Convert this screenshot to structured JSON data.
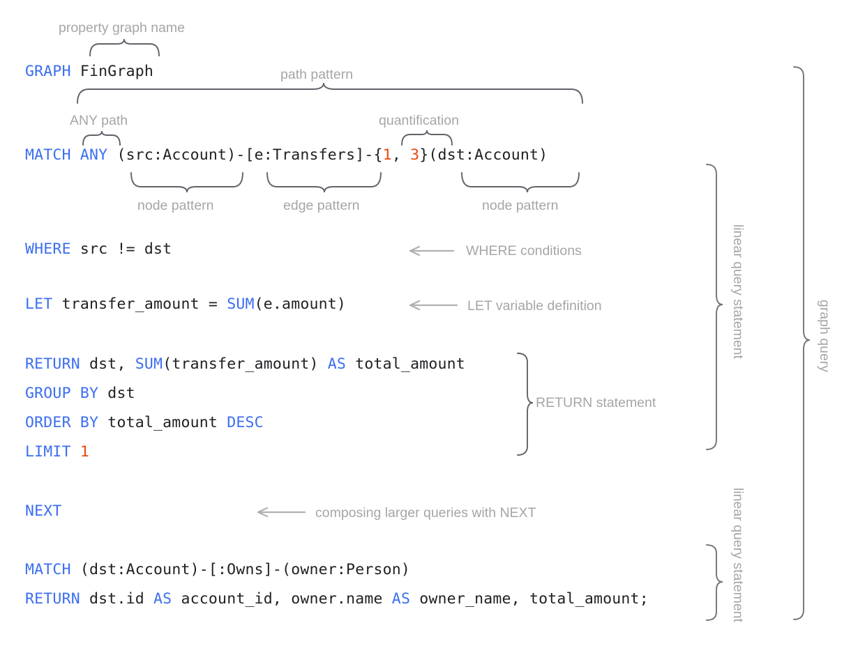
{
  "diagram": {
    "title": "GQL graph query annotated syntax diagram",
    "colors": {
      "keyword": "#3b6ef0",
      "number": "#e8490f",
      "plain": "#202124",
      "annotation": "#a6a6a6",
      "brace": "#5f6368",
      "arrow": "#b0b0b0",
      "background": "#ffffff"
    }
  },
  "code": {
    "lines": [
      {
        "id": "line-graph",
        "tokens": [
          {
            "t": "GRAPH",
            "k": "kw"
          },
          {
            "t": " FinGraph",
            "k": "pln"
          }
        ]
      },
      {
        "id": "line-match-1",
        "tokens": [
          {
            "t": "MATCH",
            "k": "kw"
          },
          {
            "t": " ",
            "k": "pln"
          },
          {
            "t": "ANY",
            "k": "kw"
          },
          {
            "t": " (src:Account)-[e:Transfers]-{",
            "k": "pln"
          },
          {
            "t": "1",
            "k": "num"
          },
          {
            "t": ", ",
            "k": "pln"
          },
          {
            "t": "3",
            "k": "num"
          },
          {
            "t": "}(dst:Account)",
            "k": "pln"
          }
        ]
      },
      {
        "id": "line-where",
        "tokens": [
          {
            "t": "WHERE",
            "k": "kw"
          },
          {
            "t": " src != dst",
            "k": "pln"
          }
        ]
      },
      {
        "id": "line-let",
        "tokens": [
          {
            "t": "LET",
            "k": "kw"
          },
          {
            "t": " transfer_amount = ",
            "k": "pln"
          },
          {
            "t": "SUM",
            "k": "kw"
          },
          {
            "t": "(e.amount)",
            "k": "pln"
          }
        ]
      },
      {
        "id": "line-return-1",
        "tokens": [
          {
            "t": "RETURN",
            "k": "kw"
          },
          {
            "t": " dst, ",
            "k": "pln"
          },
          {
            "t": "SUM",
            "k": "kw"
          },
          {
            "t": "(transfer_amount) ",
            "k": "pln"
          },
          {
            "t": "AS",
            "k": "kw"
          },
          {
            "t": " total_amount",
            "k": "pln"
          }
        ]
      },
      {
        "id": "line-group-by",
        "tokens": [
          {
            "t": "GROUP BY",
            "k": "kw"
          },
          {
            "t": " dst",
            "k": "pln"
          }
        ]
      },
      {
        "id": "line-order-by",
        "tokens": [
          {
            "t": "ORDER BY",
            "k": "kw"
          },
          {
            "t": " total_amount ",
            "k": "pln"
          },
          {
            "t": "DESC",
            "k": "kw"
          }
        ]
      },
      {
        "id": "line-limit",
        "tokens": [
          {
            "t": "LIMIT",
            "k": "kw"
          },
          {
            "t": " ",
            "k": "pln"
          },
          {
            "t": "1",
            "k": "num"
          }
        ]
      },
      {
        "id": "line-next",
        "tokens": [
          {
            "t": "NEXT",
            "k": "kw"
          }
        ]
      },
      {
        "id": "line-match-2",
        "tokens": [
          {
            "t": "MATCH",
            "k": "kw"
          },
          {
            "t": " (dst:Account)-[:Owns]-(owner:Person)",
            "k": "pln"
          }
        ]
      },
      {
        "id": "line-return-2",
        "tokens": [
          {
            "t": "RETURN",
            "k": "kw"
          },
          {
            "t": " dst.id ",
            "k": "pln"
          },
          {
            "t": "AS",
            "k": "kw"
          },
          {
            "t": " account_id, owner.name ",
            "k": "pln"
          },
          {
            "t": "AS",
            "k": "kw"
          },
          {
            "t": " owner_name, total_amount;",
            "k": "pln"
          }
        ]
      }
    ]
  },
  "annotations": {
    "property_graph_name": "property graph name",
    "path_pattern": "path pattern",
    "any_path": "ANY path",
    "quantification": "quantification",
    "node_pattern_left": "node pattern",
    "edge_pattern": "edge pattern",
    "node_pattern_right": "node pattern",
    "where_conditions": "WHERE conditions",
    "let_variable_definition": "LET variable definition",
    "return_statement": "RETURN statement",
    "composing_with_next": "composing larger queries with NEXT",
    "linear_query_statement_1": "linear query statement",
    "linear_query_statement_2": "linear query statement",
    "graph_query": "graph query"
  }
}
